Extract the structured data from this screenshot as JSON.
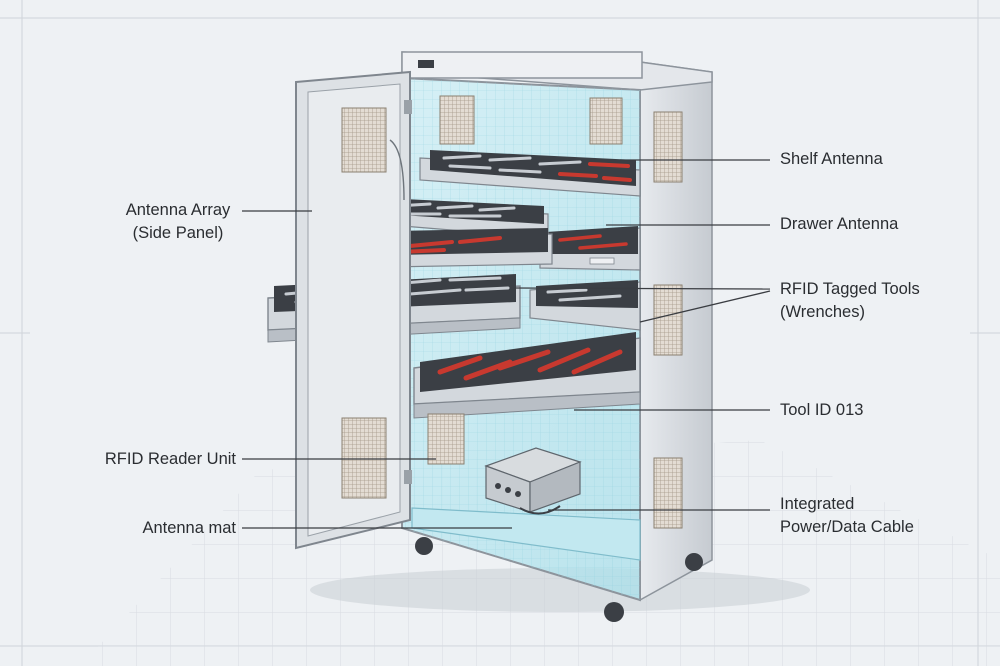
{
  "callouts": {
    "shelf_antenna": "Shelf Antenna",
    "drawer_antenna": "Drawer Antenna",
    "rfid_tagged_tools_line1": "RFID Tagged Tools",
    "rfid_tagged_tools_line2": "(Wrenches)",
    "tool_id": "Tool ID 013",
    "cable_line1": "Integrated",
    "cable_line2": "Power/Data Cable",
    "antenna_array_line1": "Antenna Array",
    "antenna_array_line2": "(Side Panel)",
    "reader_unit": "RFID Reader Unit",
    "antenna_mat": "Antenna mat"
  },
  "colors": {
    "background": "#eef1f4",
    "cabinet_frame": "#d7dbe0",
    "glass_tint": "#bfe6ef",
    "tray_foam": "#3b3f45",
    "tool_handle_red": "#c8392f",
    "leader_line": "#3a3d42"
  }
}
